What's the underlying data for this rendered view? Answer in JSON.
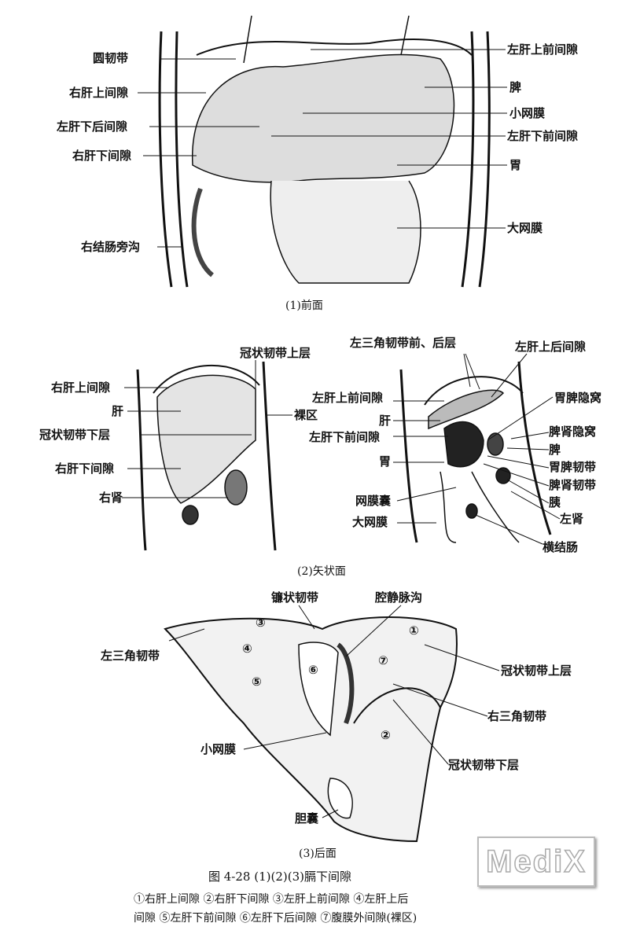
{
  "panel1": {
    "caption": "(1)前面",
    "labels_left": [
      "圆韧带",
      "右肝上间隙",
      "左肝下后间隙",
      "右肝下间隙",
      "右结肠旁沟"
    ],
    "labels_right": [
      "左肝上前间隙",
      "脾",
      "小网膜",
      "左肝下前间隙",
      "胃",
      "大网膜"
    ]
  },
  "panel2": {
    "caption": "(2)矢状面",
    "left": {
      "top": "冠状韧带上层",
      "labels": [
        "右肝上间隙",
        "肝",
        "冠状韧带下层",
        "右肝下间隙",
        "右肾"
      ],
      "right": "裸区"
    },
    "right": {
      "top_left": "左三角韧带前、后层",
      "top_right": "左肝上后间隙",
      "labels_left": [
        "左肝上前间隙",
        "肝",
        "左肝下前间隙",
        "胃",
        "网膜囊",
        "大网膜"
      ],
      "labels_right": [
        "胃脾隐窝",
        "脾肾隐窝",
        "脾",
        "胃脾韧带",
        "脾肾韧带",
        "胰",
        "左肾",
        "横结肠"
      ]
    }
  },
  "panel3": {
    "caption": "(3)后面",
    "labels": [
      "镰状韧带",
      "腔静脉沟",
      "左三角韧带",
      "冠状韧带上层",
      "右三角韧带",
      "小网膜",
      "冠状韧带下层",
      "胆囊"
    ],
    "numbers": [
      "①",
      "②",
      "③",
      "④",
      "⑤",
      "⑥",
      "⑦"
    ]
  },
  "figure": {
    "title": "图 4-28  (1)(2)(3)膈下间隙",
    "legend_line1": "①右肝上间隙  ②右肝下间隙  ③左肝上前间隙  ④左肝上后",
    "legend_line2": "间隙  ⑤左肝下前间隙  ⑥左肝下后间隙  ⑦腹膜外间隙(裸区)"
  },
  "watermark": "MediX"
}
